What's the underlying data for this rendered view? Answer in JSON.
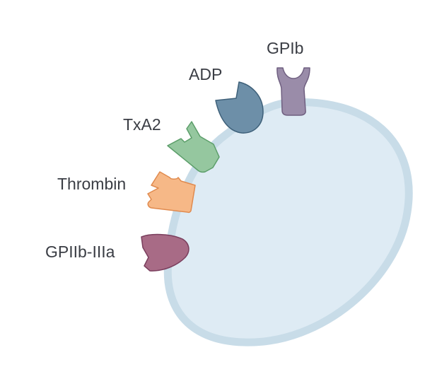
{
  "labels": {
    "gpib": "GPIb",
    "adp": "ADP",
    "txa2": "TxA2",
    "thrombin": "Thrombin",
    "gpiib_iiia": "GPIIb-IIIa"
  },
  "colors": {
    "cell_fill": "#deebf4",
    "cell_border": "#c8dce8",
    "gpib": "#9a8ca9",
    "adp": "#6d8fa8",
    "txa2": "#95c79f",
    "thrombin": "#f6b887",
    "gpiib_iiia": "#a86b86"
  }
}
